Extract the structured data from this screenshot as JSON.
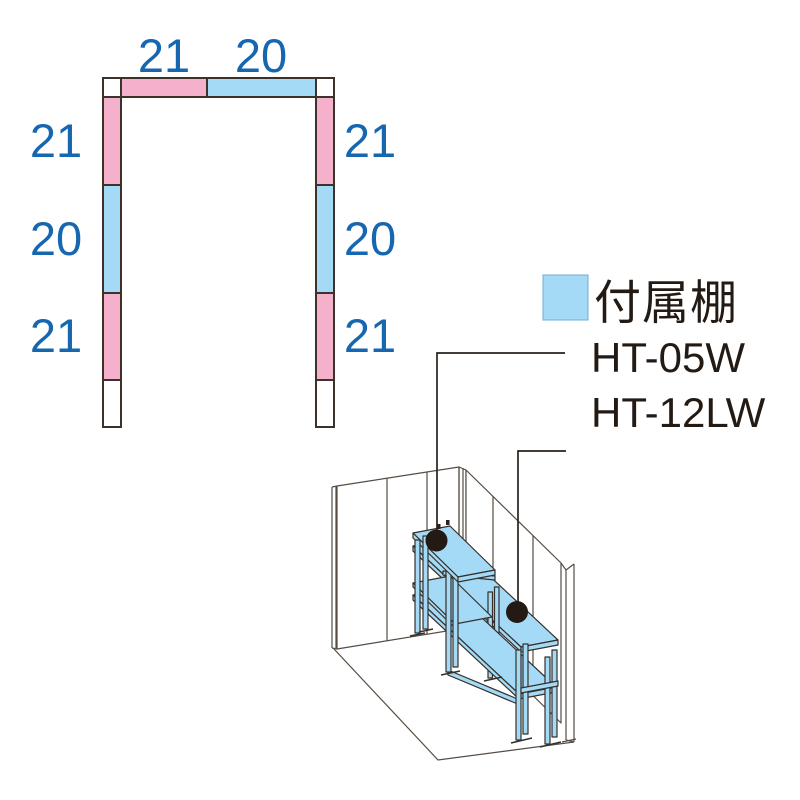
{
  "colors": {
    "pink": "#F5B1CB",
    "blue": "#A4DAF5",
    "label_blue": "#1666B0",
    "ink": "#241A14",
    "white": "#FFFFFF"
  },
  "floor_plan": {
    "top_labels": [
      "21",
      "20"
    ],
    "left_labels": [
      "21",
      "20",
      "21"
    ],
    "right_labels": [
      "21",
      "20",
      "21"
    ]
  },
  "legend": {
    "swatch_label": "付属棚",
    "model_top": "HT-05W",
    "model_bottom": "HT-12LW"
  }
}
